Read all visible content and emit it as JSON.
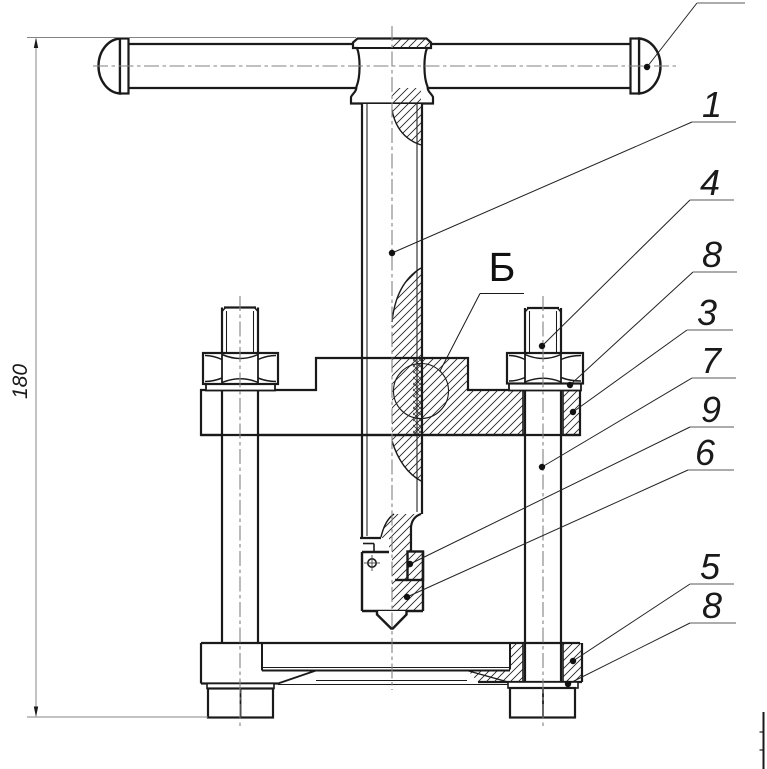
{
  "drawing_type": "assembly technical drawing",
  "dimension": {
    "value": "180"
  },
  "detail_view_label": "Б",
  "callouts": [
    "1",
    "4",
    "8",
    "3",
    "7",
    "9",
    "6",
    "5",
    "8"
  ],
  "colors": {
    "ink": "#1a1a1a",
    "background": "#ffffff",
    "centerline": "#828282",
    "dim_line": "#848484"
  }
}
